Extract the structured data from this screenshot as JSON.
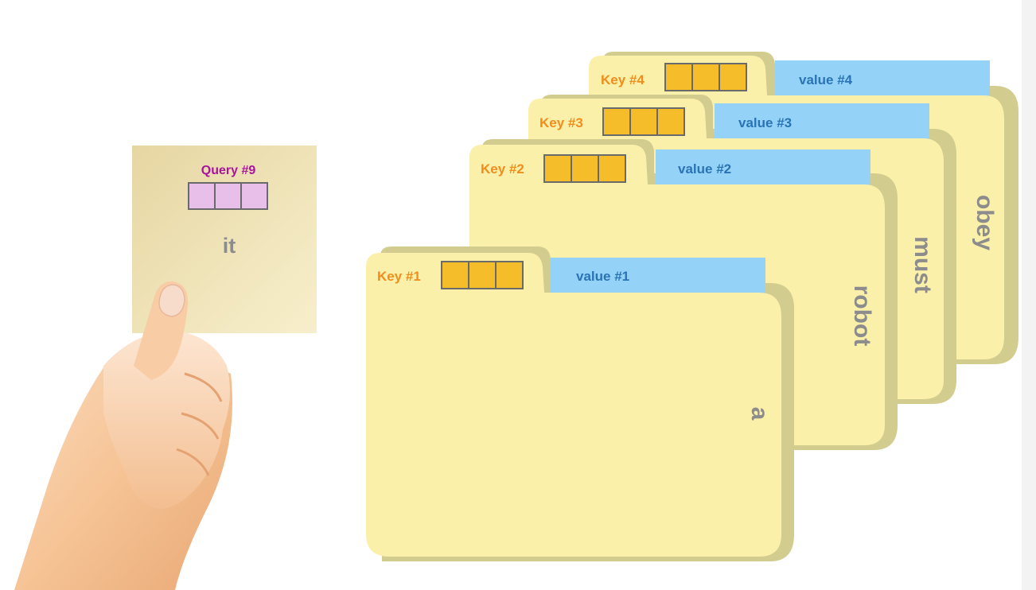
{
  "colors": {
    "folder_fill": "#fbf0a9",
    "folder_shadow": "#d3cc8f",
    "value_tab": "#94d3f7",
    "key_cell": "#f6bd2a",
    "query_cell": "#e8bfe8",
    "key_text": "#f08d1c",
    "value_text": "#2a74b6",
    "query_text": "#a8139f",
    "word_text": "#8c8c8c"
  },
  "query": {
    "label": "Query #9",
    "word": "it",
    "vector_cells": 3
  },
  "folders": [
    {
      "key": "Key #4",
      "value": "value #4",
      "word": "obey"
    },
    {
      "key": "Key #3",
      "value": "value #3",
      "word": "must"
    },
    {
      "key": "Key #2",
      "value": "value #2",
      "word": "robot"
    },
    {
      "key": "Key #1",
      "value": "value #1",
      "word": "a"
    }
  ]
}
